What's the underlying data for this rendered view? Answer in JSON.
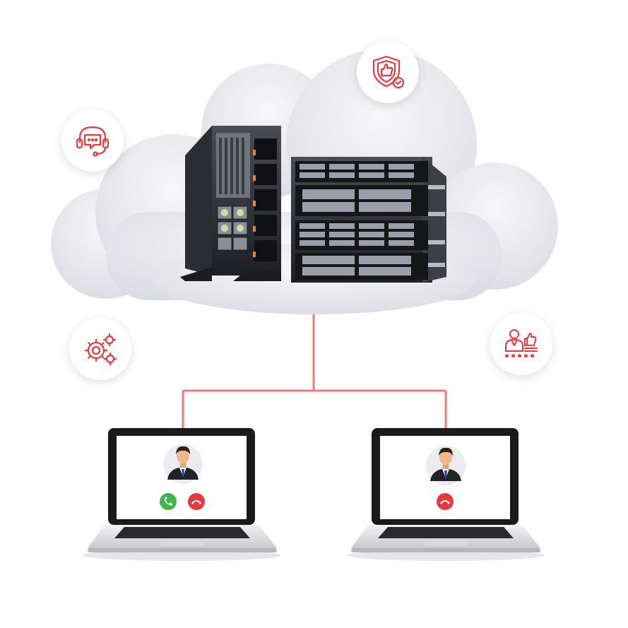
{
  "colors": {
    "accent": "#e8393f",
    "connector": "#ef7a7f",
    "cloud": "#e9e9ee",
    "accept": "#3cb54a",
    "decline": "#e8393f"
  },
  "cloud": {
    "contains": [
      "tower-server",
      "rack-server-stack"
    ]
  },
  "feature_badges": [
    {
      "icon": "headset-support-icon"
    },
    {
      "icon": "shield-thumbs-up-icon"
    },
    {
      "icon": "gears-icon"
    },
    {
      "icon": "user-rating-icon"
    }
  ],
  "clients": [
    {
      "device": "laptop",
      "avatar": "businessman-avatar-icon",
      "call_buttons": [
        "accept-call",
        "decline-call"
      ]
    },
    {
      "device": "laptop",
      "avatar": "businessman-avatar-icon",
      "call_buttons": [
        "decline-call"
      ]
    }
  ]
}
